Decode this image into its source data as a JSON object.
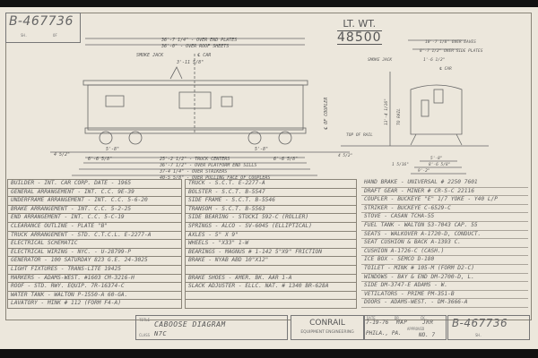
{
  "drawing_number_top": "B-467736",
  "sheet_label": "SH.",
  "of_label": "OF",
  "light_weight": {
    "label": "LT. WT.",
    "value": "48500"
  },
  "side_view": {
    "dims": {
      "over_end_plates": "36'-7 1/4\" - OVER END PLATES",
      "over_roof_sheets": "36'-0\" - OVER ROOF SHEETS",
      "smoke_jack": "SMOKE JACK",
      "car_center": "℄ CAR",
      "smoke_jack_offset": "3'-11 5/8\"",
      "truck_centers": "25'-2 1/2\" - TRUCK CENTERS",
      "over_platform_end_sills": "36'-7 1/2\" - OVER PLATFORM END SILLS",
      "over_strikers": "37-4 1/4\" - OVER STRIKERS",
      "over_couplers": "40-5 5/8\" - OVER PULLING FACE OF COUPLERS",
      "wheelbase_left": "5'-8\"",
      "overhang_left": "6'-6 5/8\"",
      "wheelbase_right": "5'-8\"",
      "overhang_right": "6'-6 5/8\"",
      "end_left": "4 5/2\"",
      "coupler_center": "℄ OF COUPLER"
    }
  },
  "end_view": {
    "dims": {
      "over_eaves": "10'-7 1/8\" OVER EAVES",
      "over_side_plates": "8'-7 1/2\" OVER SIDE PLATES",
      "smoke_jack": "SMOKE JACK",
      "offset": "1'-6 1/2\"",
      "car_center": "℄ CAR",
      "top_of_rail": "TOP OF RAIL",
      "height": "13'-4 1/16\"",
      "to_rail": "TO RAIL",
      "platform": "5'-8\"",
      "over_steps": "8'-6 5/8\"",
      "over_grab": "9'-2\"",
      "end_left": "4 5/2\"",
      "bottom": "1 5/16\""
    }
  },
  "spec_left": [
    "BUILDER - INT. CAR CORP.     DATE - 1965",
    "GENERAL ARRANGEMENT - INT. C.C.  9E-39",
    "UNDERFRAME ARRANGEMENT - INT. C.C. 5-6-20",
    "BRAKE ARRANGEMENT - INT. C.C.  5-2-25",
    "END ARRANGEMENT - INT. C.C.  5-C-19",
    "CLEARANCE OUTLINE - PLATE \"B\"",
    "TRUCK ARRANGEMENT - STD. C.T.C.L. E-2277-A",
    "ELECTRICAL SCHEMATIC",
    "ELECTRICAL WIRING - NYC. - U-28799-P",
    "GENERATOR - 100 SATURDAY 823  G.E. 24-3025",
    "LIGHT FIXTURES - TRANS-LITE  19425",
    "MARKERS - ADAMS-WEST. #1603  CM-3216-H",
    "ROOF - STD. RWY. EQUIP.   7R-16374-C",
    "WATER TANK - WALTON  P-1550-A   60-GA.",
    "LAVATORY - MINK # 112 (FORM F4-A)"
  ],
  "spec_middle": [
    "TRUCK - S.C.T.        E-2277-A",
    "BOLSTER - S.C.T.    B-5547",
    "SIDE FRAME - S.C.T.   B-5546",
    "TRANSOM - S.C.T.    B-5563",
    "SIDE BEARING - STUCKI  592-C (ROLLER)",
    "SPRINGS - ALCO - SV-6045 (ELLIPTICAL)",
    "AXLES - 5\" X 9\"",
    "WHEELS - \"X33\"  1-W",
    "BEARINGS - MAGNUS # 1-142  5\"X9\" FRICTION",
    "BRAKE - NYAB    ABD  10\"X12\"",
    "",
    "BRAKE SHOES - AMER. BK.    AAR 1-A",
    "SLACK ADJUSTER - ELLC. NAT. # 1340  BR-628A",
    "",
    ""
  ],
  "spec_right": [
    "HAND BRAKE - UNIVERSAL # 2250   7601",
    "DRAFT GEAR - MINER # CR-S-C   22116",
    "COUPLER - BUCKEYE \"E\" 1/7 YOKE - Y40 L/P",
    "STRIKER - BUCKEYE    C-6529-C",
    "STOVE - CASAN   TCHA-55",
    "FUEL TANK - WALTON  53-7043 CAP. 55",
    "SEATS - WALKOVER A-1720-D, CONDUCT.",
    "   SEAT CUSHION & BACK A-1393 C.",
    "   CUSHION A-1726-C (CASH.)",
    "ICE BOX - SEMCO  D-180",
    "TOILET - MINK # 105-M  (FORM D2-C)",
    "WINDOWS - BAY & END  DM-2700-D, L.",
    "      SIDE DM-3747-E  ADAMS - W.",
    "VETILATORS - PRIME   PM-351-B",
    "DOORS - ADAMS-WEST.  - DM-3666-A"
  ],
  "title_block": {
    "title_label": "TITLE",
    "title": "CABOOSE  DIAGRAM",
    "class_label": "CLASS",
    "class": "N7C",
    "company": "CONRAIL",
    "department": "EQUIPMENT ENGINEERING",
    "date_label": "DATE",
    "date": "7-19-76",
    "drawn_label": "DR.",
    "drawn": "MAP",
    "checked_label": "CK.",
    "checked": "JRR",
    "location": "PHILA., PA.",
    "approved_label": "APPROVED",
    "approved": "NO. 7",
    "drawing_number": "B-467736",
    "sheet_label": "SH."
  }
}
